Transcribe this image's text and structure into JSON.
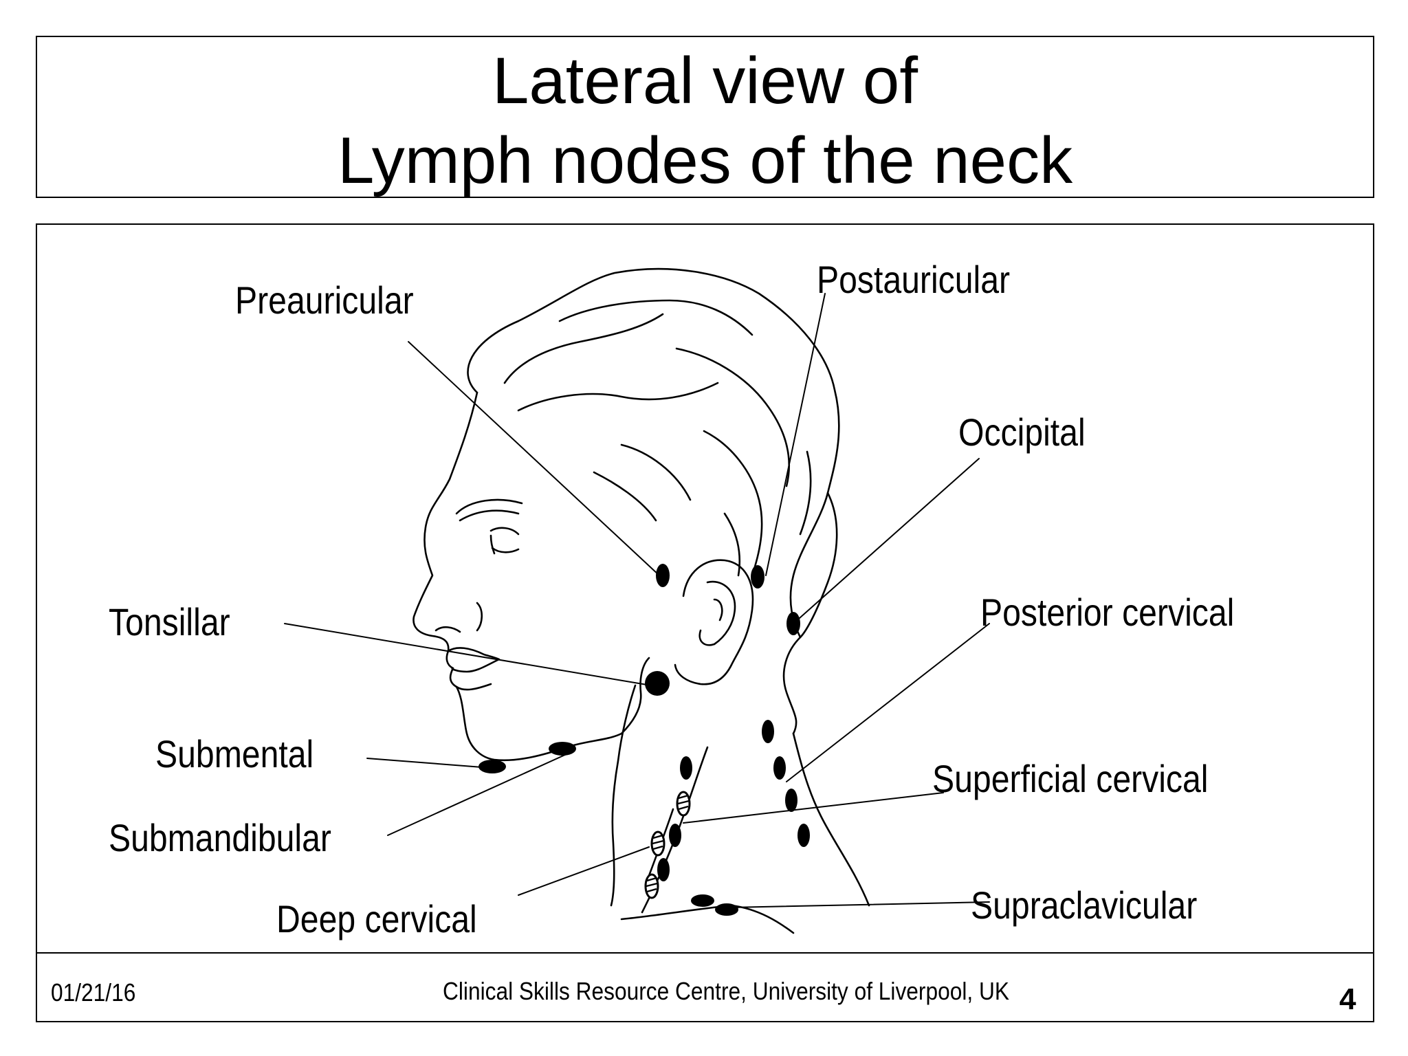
{
  "slide": {
    "title_line1": "Lateral view of",
    "title_line2": "Lymph nodes of the neck"
  },
  "labels": {
    "preauricular": "Preauricular",
    "postauricular": "Postauricular",
    "occipital": "Occipital",
    "tonsillar": "Tonsillar",
    "posterior_cervical": "Posterior cervical",
    "submental": "Submental",
    "superficial_cervical": "Superficial cervical",
    "submandibular": "Submandibular",
    "deep_cervical": "Deep cervical",
    "supraclavicular": "Supraclavicular"
  },
  "footer": {
    "date": "01/21/16",
    "credit": "Clinical Skills Resource Centre, University of Liverpool, UK",
    "page_number": "4"
  }
}
